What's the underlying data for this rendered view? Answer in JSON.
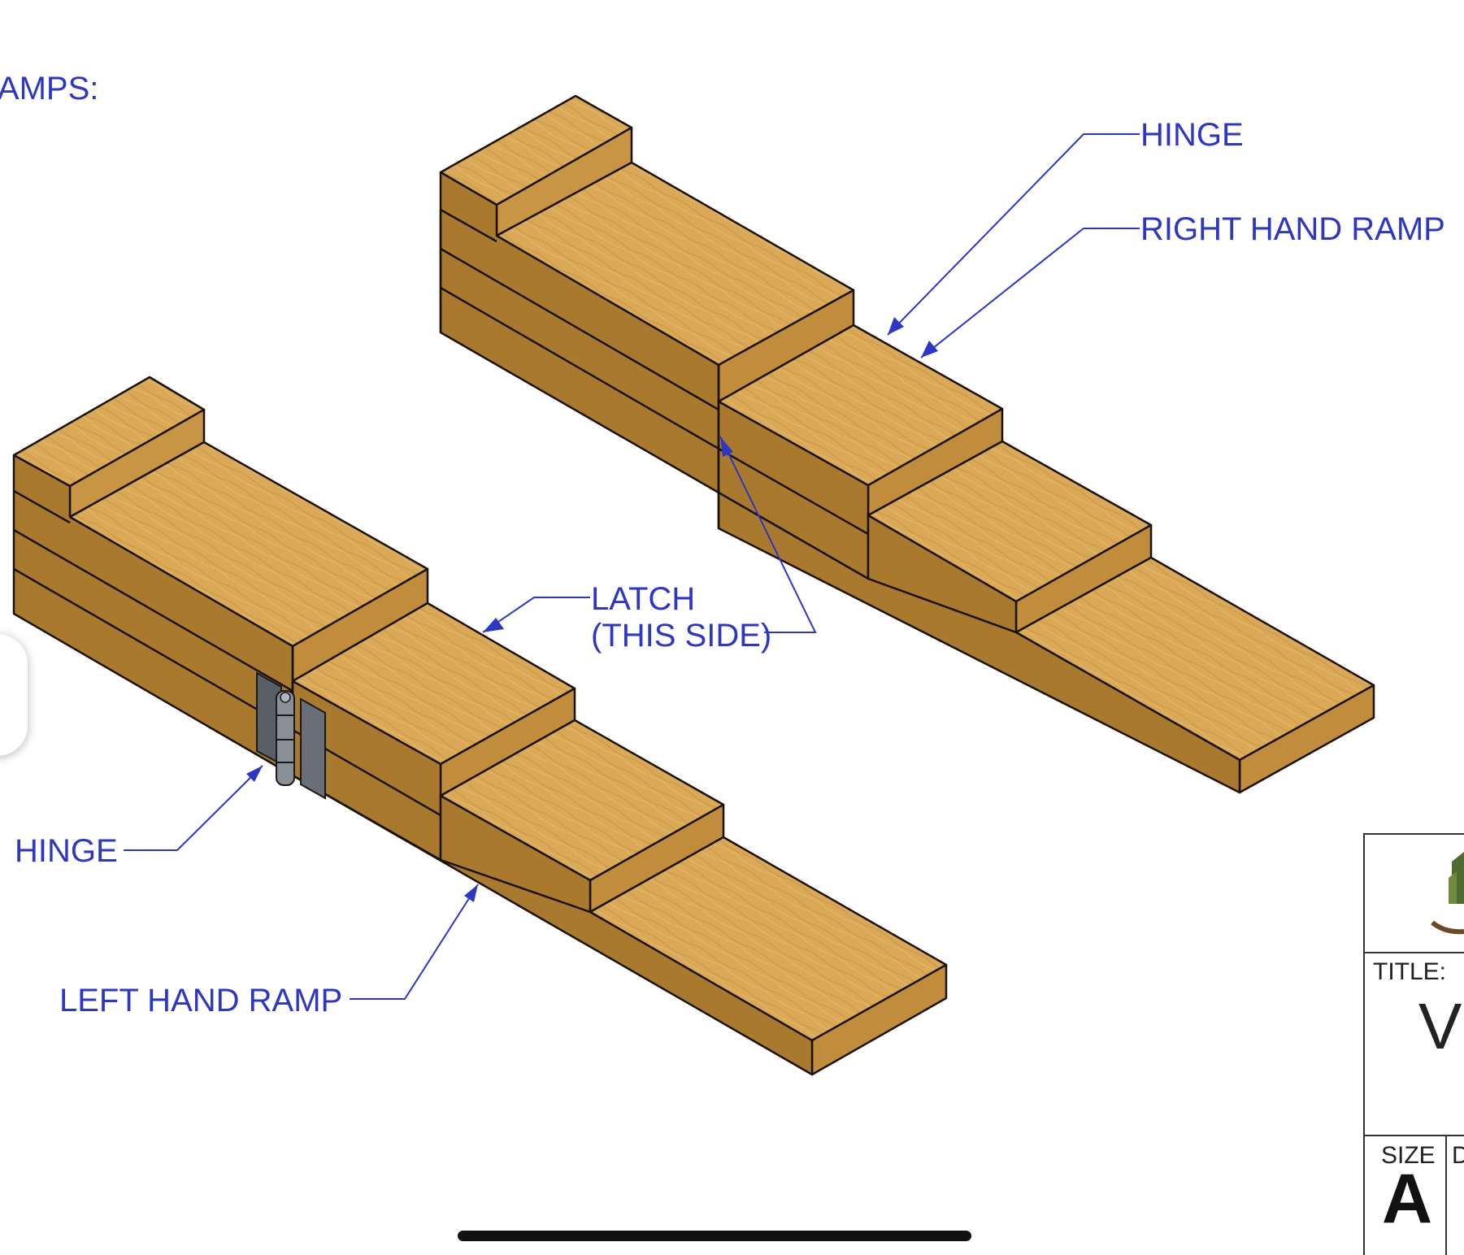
{
  "cropped_heading": "RAMPS:",
  "callouts": {
    "right_hinge": "HINGE",
    "right_hand_ramp": "RIGHT HAND RAMP",
    "latch_line1": "LATCH",
    "latch_line2": "(THIS SIDE)",
    "left_hinge": "HINGE",
    "left_hand_ramp": "LEFT HAND RAMP"
  },
  "title_block": {
    "title_label": "TITLE:",
    "title_initial": "V",
    "size_label": "SIZE",
    "size_value": "A",
    "next_col_initial": "D"
  },
  "colors": {
    "leader": "#2d37c4",
    "wood_top": "#d9a957",
    "wood_front": "#c18d3c",
    "wood_side": "#a97a2e",
    "wood_dark": "#8c6322",
    "edge": "#1a1206"
  }
}
